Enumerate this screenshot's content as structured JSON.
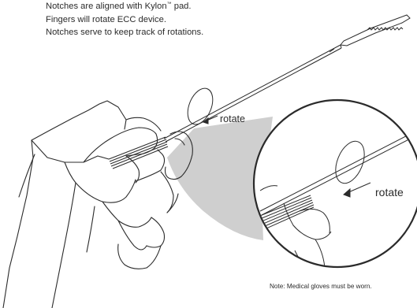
{
  "instructions": {
    "line1_prefix": "Notches are aligned with Kylon",
    "line1_tm": "™",
    "line1_suffix": " pad.",
    "line2": "Fingers will rotate ECC device.",
    "line3": "Notches serve to keep track of rotations."
  },
  "labels": {
    "rotate_main": "rotate",
    "rotate_zoom": "rotate"
  },
  "note": "Note: Medical gloves must be worn.",
  "colors": {
    "line": "#2b2b2b",
    "callout_fill": "#cfcfcf"
  }
}
